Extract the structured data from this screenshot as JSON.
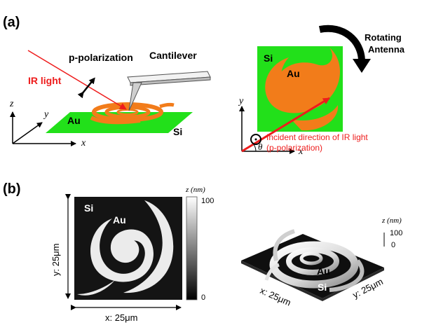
{
  "panel_a": {
    "label": "(a)",
    "p_polarization": "p-polarization",
    "ir_light": "IR light",
    "cantilever": "Cantilever",
    "au": "Au",
    "si": "Si",
    "axis_z": "z",
    "axis_y": "y",
    "axis_x": "x",
    "rotating_1": "Rotating",
    "rotating_2": "Antenna",
    "right_si": "Si",
    "right_au": "Au",
    "right_axis_y": "y",
    "right_axis_x": "x",
    "theta": "θ",
    "incident_1": "Incident direction of IR light",
    "incident_2": "(p-polarization)"
  },
  "panel_b": {
    "label": "(b)",
    "map_si": "Si",
    "map_au": "Au",
    "y_axis": "y: 25μm",
    "x_axis": "x: 25μm",
    "colorbar_title": "z (nm)",
    "colorbar_max": "100",
    "colorbar_min": "0",
    "surf_z_title": "z (nm)",
    "surf_z_100": "100",
    "surf_z_0": "0",
    "surf_au": "Au",
    "surf_si": "Si",
    "surf_x": "x: 25μm",
    "surf_y": "y: 25μm"
  },
  "colors": {
    "si_green": "#22e01a",
    "au_orange": "#f27c1a",
    "ir_red": "#ee1c1c",
    "map_black": "#141414",
    "map_white": "#ebebeb"
  }
}
